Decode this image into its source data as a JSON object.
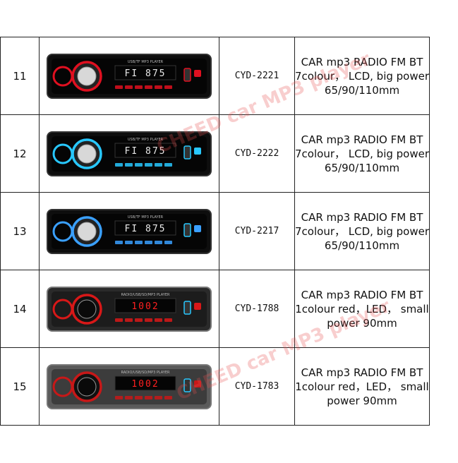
{
  "colors": {
    "border": "#222222",
    "watermark": "#e65050",
    "unit_body": "#111111",
    "accent_red": "#e01020",
    "accent_cyan": "#28c8ff"
  },
  "watermark": {
    "text_1": "CHEED car MP3 player",
    "text_2": "CHEED car MP3 player"
  },
  "products": [
    {
      "number": "11",
      "model": "CYD-2221",
      "image_icon": "car-radio-red-led-icon",
      "display_text": "FI 875",
      "device_label": "USB/TF MP3 PLAYER",
      "desc": [
        "CAR mp3 RADIO FM BT",
        "7colour， LCD, big power",
        "65/90/110mm"
      ]
    },
    {
      "number": "12",
      "model": "CYD-2222",
      "image_icon": "car-radio-cyan-led-icon",
      "display_text": "FI 875",
      "device_label": "USB/TF MP3 PLAYER",
      "desc": [
        "CAR mp3 RADIO FM BT",
        "7colour， LCD, big power",
        "65/90/110mm"
      ]
    },
    {
      "number": "13",
      "model": "CYD-2217",
      "image_icon": "car-radio-blue-led-icon",
      "display_text": "FI 875",
      "device_label": "USB/TF MP3 PLAYER",
      "desc": [
        "CAR mp3 RADIO FM BT",
        "7colour， LCD, big power",
        "65/90/110mm"
      ]
    },
    {
      "number": "14",
      "model": "CYD-1788",
      "image_icon": "car-radio-red-knob-icon",
      "display_text": "1002",
      "device_label": "RADIO/USB/SD/MP3 PLAYER",
      "desc": [
        "CAR mp3 RADIO FM BT",
        "1colour red，LED， small",
        "power 90mm"
      ]
    },
    {
      "number": "15",
      "model": "CYD-1783",
      "image_icon": "car-radio-silver-knob-icon",
      "display_text": "1002",
      "device_label": "RADIO/USB/SD/MP3 PLAYER",
      "desc": [
        "CAR mp3 RADIO FM BT",
        "1colour red，LED， small",
        "power 90mm"
      ]
    }
  ]
}
